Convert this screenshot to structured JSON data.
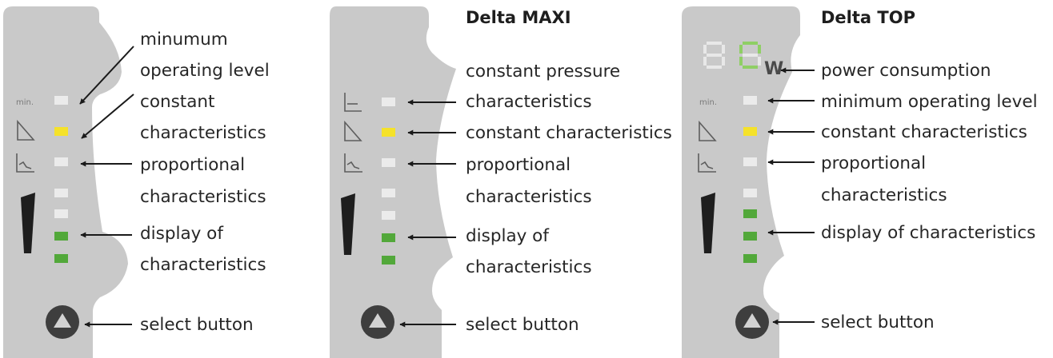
{
  "colors": {
    "panel": "#c9c9c9",
    "led_off": "#ebebeb",
    "led_yellow": "#f5e22a",
    "led_green": "#52a83a",
    "button": "#3e3e3e",
    "text": "#262626"
  },
  "panels": [
    {
      "title": "",
      "min_label": "min.",
      "labels": {
        "min_level_1": "minumum",
        "min_level_2": "operating level",
        "constant_1": "constant",
        "constant_2": "characteristics",
        "proportional_1": "proportional",
        "proportional_2": "characteristics",
        "display_1": "display of",
        "display_2": "characteristics",
        "select": "select button"
      }
    },
    {
      "title": "Delta MAXI",
      "labels": {
        "pressure_1": "constant pressure",
        "pressure_2": "characteristics",
        "constant": "constant characteristics",
        "proportional_1": "proportional",
        "proportional_2": "characteristics",
        "display_1": "display of",
        "display_2": "characteristics",
        "select": "select button"
      }
    },
    {
      "title": "Delta TOP",
      "min_label": "min.",
      "power_unit": "W",
      "labels": {
        "power": "power consumption",
        "min_level": "minimum operating level",
        "constant": "constant characteristics",
        "proportional_1": "proportional",
        "proportional_2": "characteristics",
        "display": "display of characteristics",
        "select": "select button"
      }
    }
  ]
}
